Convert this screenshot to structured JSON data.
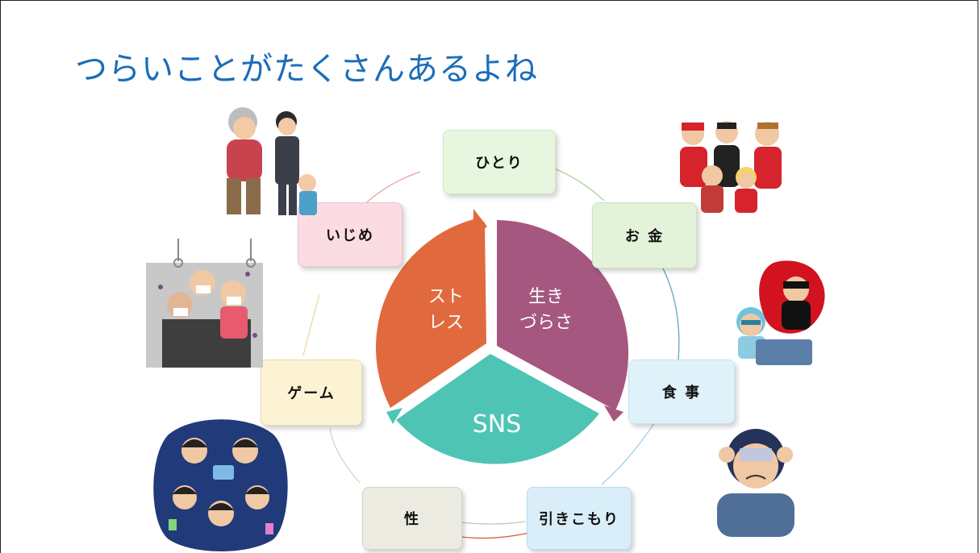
{
  "title": "つらいことがたくさんあるよね",
  "center": {
    "segments": [
      {
        "id": "stress",
        "line1": "スト",
        "line2": "レス",
        "color": "#e06a3e"
      },
      {
        "id": "ikizurasa",
        "line1": "生き",
        "line2": "づらさ",
        "color": "#a5577f"
      },
      {
        "id": "sns",
        "line1": "SNS",
        "color": "#4ec4b4"
      }
    ]
  },
  "ring_items": [
    {
      "id": "hitori",
      "label": "ひとり",
      "color": "#e6f6df"
    },
    {
      "id": "okane",
      "label": "お 金",
      "color": "#e3f3da"
    },
    {
      "id": "shokuji",
      "label": "食 事",
      "color": "#dff2fa"
    },
    {
      "id": "hikikomori",
      "label": "引きこもり",
      "color": "#d9eef9"
    },
    {
      "id": "sei",
      "label": "性",
      "color": "#ecebe2"
    },
    {
      "id": "game",
      "label": "ゲーム",
      "color": "#fbf3d3"
    },
    {
      "id": "ijime",
      "label": "いじめ",
      "color": "#fbdce2"
    }
  ],
  "colors": {
    "title": "#1b6db9"
  },
  "illustrations": [
    "bullying-people-illustration",
    "gang-group-illustration",
    "crowded-train-illustration",
    "online-scam-illustration",
    "gaming-friends-illustration",
    "worried-person-illustration"
  ]
}
